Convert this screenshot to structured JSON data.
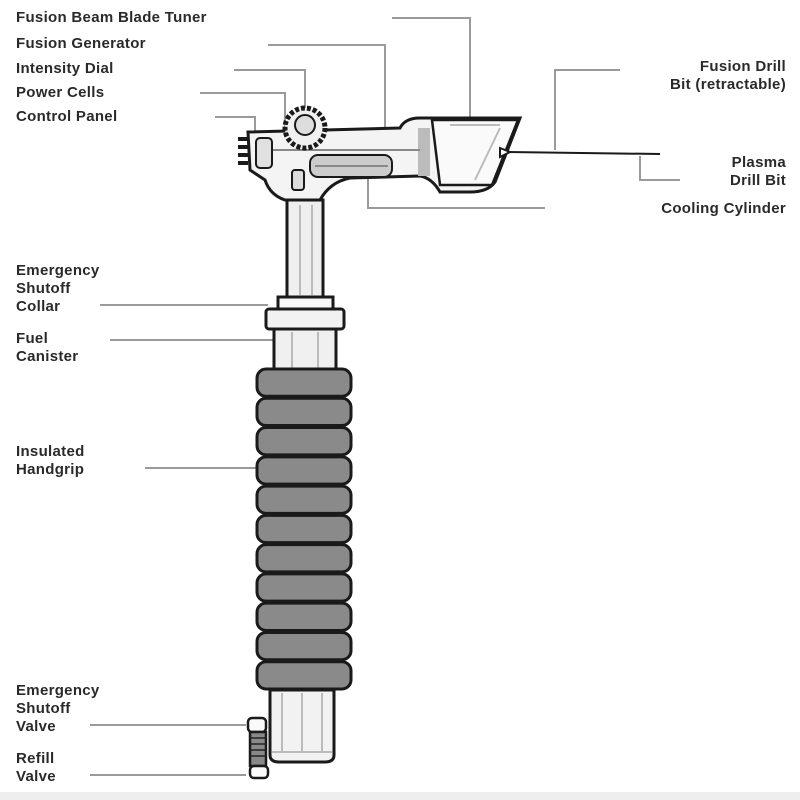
{
  "labels": {
    "fusion_beam_blade_tuner": "Fusion Beam Blade Tuner",
    "fusion_generator": "Fusion Generator",
    "intensity_dial": "Intensity Dial",
    "power_cells": "Power Cells",
    "control_panel": "Control Panel",
    "fusion_drill_bit_1": "Fusion Drill",
    "fusion_drill_bit_2": "Bit (retractable)",
    "plasma_drill_bit_1": "Plasma",
    "plasma_drill_bit_2": "Drill Bit",
    "cooling_cylinder": "Cooling Cylinder",
    "emergency_shutoff_collar_1": "Emergency",
    "emergency_shutoff_collar_2": "Shutoff",
    "emergency_shutoff_collar_3": "Collar",
    "fuel_canister_1": "Fuel",
    "fuel_canister_2": "Canister",
    "insulated_handgrip_1": "Insulated",
    "insulated_handgrip_2": "Handgrip",
    "emergency_shutoff_valve_1": "Emergency",
    "emergency_shutoff_valve_2": "Shutoff",
    "emergency_shutoff_valve_3": "Valve",
    "refill_valve_1": "Refill",
    "refill_valve_2": "Valve"
  },
  "colors": {
    "line": "#999999",
    "outline": "#1a1a1a",
    "grip": "#8a8a8a",
    "metal": "#e6e6e6"
  }
}
